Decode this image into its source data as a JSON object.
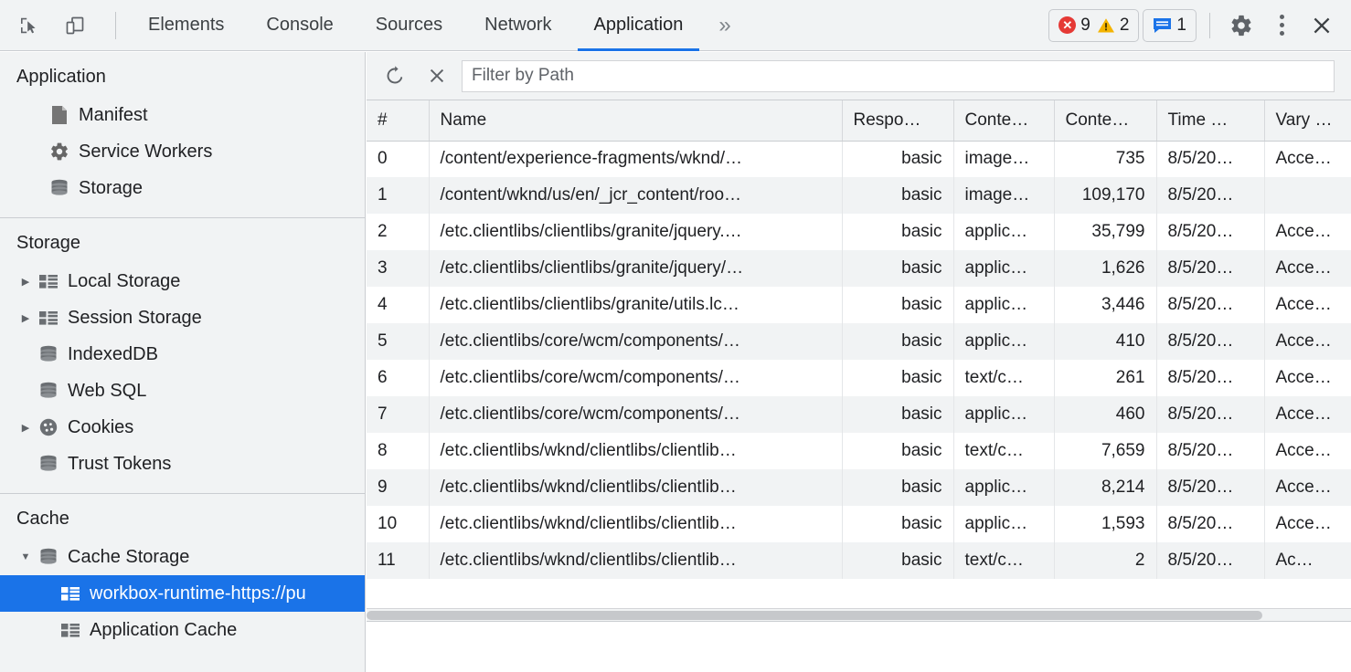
{
  "devtools": {
    "toolbar_icons": [
      {
        "name": "inspect-element-icon",
        "label": "Inspect element"
      },
      {
        "name": "device-toolbar-icon",
        "label": "Toggle device toolbar"
      }
    ],
    "tabs": [
      {
        "label": "Elements",
        "active": false
      },
      {
        "label": "Console",
        "active": false
      },
      {
        "label": "Sources",
        "active": false
      },
      {
        "label": "Network",
        "active": false
      },
      {
        "label": "Application",
        "active": true
      }
    ],
    "more_tabs_label": "»",
    "counters": {
      "errors": "9",
      "warnings": "2",
      "messages": "1",
      "error_color": "#e53935",
      "warning_color": "#f4b400",
      "message_color": "#1a73e8"
    },
    "settings_label": "Settings",
    "menu_label": "Customize and control DevTools",
    "close_label": "Close",
    "accent_color": "#1a73e8"
  },
  "sidebar": {
    "sections": [
      {
        "title": "Application",
        "items": [
          {
            "label": "Manifest",
            "icon": "manifest-file-icon",
            "indent": 2,
            "arrow": "none",
            "selected": false
          },
          {
            "label": "Service Workers",
            "icon": "gear-icon",
            "indent": 2,
            "arrow": "none",
            "selected": false
          },
          {
            "label": "Storage",
            "icon": "database-icon",
            "indent": 2,
            "arrow": "none",
            "selected": false
          }
        ]
      },
      {
        "title": "Storage",
        "items": [
          {
            "label": "Local Storage",
            "icon": "table-grid-icon",
            "indent": 2,
            "arrow": "collapsed",
            "selected": false
          },
          {
            "label": "Session Storage",
            "icon": "table-grid-icon",
            "indent": 2,
            "arrow": "collapsed",
            "selected": false
          },
          {
            "label": "IndexedDB",
            "icon": "database-icon",
            "indent": 2,
            "arrow": "none",
            "selected": false
          },
          {
            "label": "Web SQL",
            "icon": "database-icon",
            "indent": 2,
            "arrow": "none",
            "selected": false
          },
          {
            "label": "Cookies",
            "icon": "cookie-icon",
            "indent": 2,
            "arrow": "collapsed",
            "selected": false
          },
          {
            "label": "Trust Tokens",
            "icon": "database-icon",
            "indent": 2,
            "arrow": "none",
            "selected": false
          }
        ]
      },
      {
        "title": "Cache",
        "items": [
          {
            "label": "Cache Storage",
            "icon": "database-icon",
            "indent": 2,
            "arrow": "expanded",
            "selected": false
          },
          {
            "label": "workbox-runtime-https://pu",
            "icon": "table-grid-icon",
            "indent": 3,
            "arrow": "none",
            "selected": true
          },
          {
            "label": "Application Cache",
            "icon": "table-grid-icon",
            "indent": 3,
            "arrow": "none",
            "selected": false
          }
        ]
      }
    ]
  },
  "main": {
    "toolbar": {
      "refresh_label": "Refresh",
      "clear_label": "Delete Selected",
      "filter_placeholder": "Filter by Path",
      "filter_value": ""
    },
    "table": {
      "columns": [
        {
          "key": "num",
          "label": "#"
        },
        {
          "key": "name",
          "label": "Name"
        },
        {
          "key": "resp",
          "label": "Respo…"
        },
        {
          "key": "ctype",
          "label": "Conte…"
        },
        {
          "key": "clen",
          "label": "Conte…"
        },
        {
          "key": "time",
          "label": "Time …"
        },
        {
          "key": "vary",
          "label": "Vary H…"
        }
      ],
      "rows": [
        {
          "num": "0",
          "name": "/content/experience-fragments/wknd/…",
          "resp": "basic",
          "ctype": "image…",
          "clen": "735",
          "time": "8/5/20…",
          "vary": "Accep…"
        },
        {
          "num": "1",
          "name": "/content/wknd/us/en/_jcr_content/roo…",
          "resp": "basic",
          "ctype": "image…",
          "clen": "109,170",
          "time": "8/5/20…",
          "vary": ""
        },
        {
          "num": "2",
          "name": "/etc.clientlibs/clientlibs/granite/jquery.…",
          "resp": "basic",
          "ctype": "applic…",
          "clen": "35,799",
          "time": "8/5/20…",
          "vary": "Accep…"
        },
        {
          "num": "3",
          "name": "/etc.clientlibs/clientlibs/granite/jquery/…",
          "resp": "basic",
          "ctype": "applic…",
          "clen": "1,626",
          "time": "8/5/20…",
          "vary": "Accep…"
        },
        {
          "num": "4",
          "name": "/etc.clientlibs/clientlibs/granite/utils.lc…",
          "resp": "basic",
          "ctype": "applic…",
          "clen": "3,446",
          "time": "8/5/20…",
          "vary": "Accep…"
        },
        {
          "num": "5",
          "name": "/etc.clientlibs/core/wcm/components/…",
          "resp": "basic",
          "ctype": "applic…",
          "clen": "410",
          "time": "8/5/20…",
          "vary": "Accep…"
        },
        {
          "num": "6",
          "name": "/etc.clientlibs/core/wcm/components/…",
          "resp": "basic",
          "ctype": "text/c…",
          "clen": "261",
          "time": "8/5/20…",
          "vary": "Accep…"
        },
        {
          "num": "7",
          "name": "/etc.clientlibs/core/wcm/components/…",
          "resp": "basic",
          "ctype": "applic…",
          "clen": "460",
          "time": "8/5/20…",
          "vary": "Accep…"
        },
        {
          "num": "8",
          "name": "/etc.clientlibs/wknd/clientlibs/clientlib…",
          "resp": "basic",
          "ctype": "text/c…",
          "clen": "7,659",
          "time": "8/5/20…",
          "vary": "Accep…"
        },
        {
          "num": "9",
          "name": "/etc.clientlibs/wknd/clientlibs/clientlib…",
          "resp": "basic",
          "ctype": "applic…",
          "clen": "8,214",
          "time": "8/5/20…",
          "vary": "Accep…"
        },
        {
          "num": "10",
          "name": "/etc.clientlibs/wknd/clientlibs/clientlib…",
          "resp": "basic",
          "ctype": "applic…",
          "clen": "1,593",
          "time": "8/5/20…",
          "vary": "Accep…"
        },
        {
          "num": "11",
          "name": "/etc.clientlibs/wknd/clientlibs/clientlib…",
          "resp": "basic",
          "ctype": "text/c…",
          "clen": "2",
          "time": "8/5/20…",
          "vary": "Ac…"
        }
      ]
    }
  }
}
